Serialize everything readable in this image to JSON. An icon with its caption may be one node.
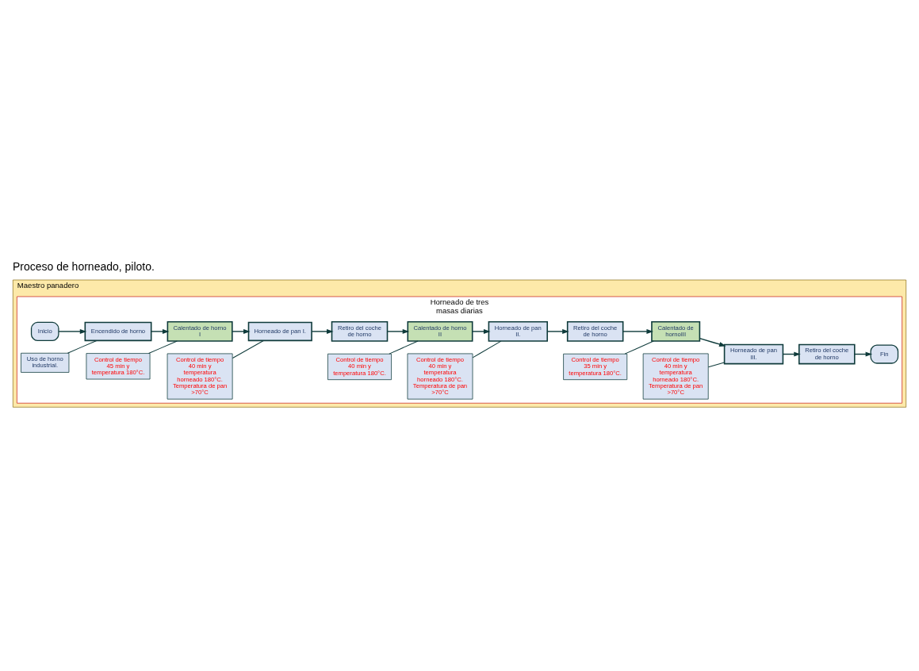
{
  "diagram": {
    "title": "Proceso de horneado, piloto.",
    "nodes": [
      {
        "text": [
          "Maestro panadero"
        ]
      },
      {
        "text": [
          "Horneado de tres masas diarias"
        ],
        "in": 0
      },
      {
        "text": [
          "Inicio"
        ],
        "in": 1
      },
      {
        "text": [
          "Encendido de horno"
        ],
        "in": 1
      },
      {
        "text": [
          "Calentado de horno I"
        ],
        "in": 1
      },
      {
        "text": [
          "Retiro del coche de horno"
        ],
        "in": 1
      },
      {
        "text": [
          "Uso de horno industrial."
        ],
        "in": 1
      },
      {
        "text": [
          "Control de tiempo 45 min y temperatura 180°C."
        ],
        "in": 1
      },
      {
        "text": [
          "Horneado de pan I."
        ],
        "in": 1
      },
      {
        "text": [
          "Calentado de horno II"
        ],
        "in": 1
      },
      {
        "text": [
          "Retiro del coche de horno"
        ],
        "in": 1
      },
      {
        "text": [
          "Control de tiempo 40 min y temperatura horneado 180°C. Temperatura de pan >70°C"
        ],
        "in": 1
      },
      {
        "text": [
          "Control de tiempo 40 min y temperatura 180°C."
        ],
        "in": 1
      },
      {
        "text": [
          "Horneado de pan II."
        ],
        "in": 1
      },
      {
        "text": [
          "Calentado de hornoIII"
        ],
        "in": 1
      },
      {
        "text": [
          "Retiro del coche de horno"
        ],
        "in": 1
      },
      {
        "text": [
          "Control de tiempo 40 min y temperatura horneado 180°C. Temperatura de pan >70°C"
        ],
        "in": 1
      },
      {
        "text": [
          "Control de tiempo 35 min y temperatura 180°C."
        ],
        "in": 1
      },
      {
        "text": [
          "Horneado de pan III."
        ],
        "in": 1
      },
      {
        "text": [
          "Fin"
        ],
        "in": 1
      },
      {
        "text": [
          "Control de tiempo 40 min y temperatura horneado 180°C. Temperatura de pan >70°C"
        ],
        "in": 1
      }
    ],
    "edges": [
      {
        "from": 2,
        "to": 3,
        "arrow": "to"
      },
      {
        "from": 3,
        "to": 4,
        "arrow": "to"
      },
      {
        "from": 4,
        "to": 8,
        "arrow": "to"
      },
      {
        "from": 8,
        "to": 5,
        "arrow": "to"
      },
      {
        "from": 5,
        "to": 9,
        "arrow": "to"
      },
      {
        "from": 9,
        "to": 13,
        "arrow": "to"
      },
      {
        "from": 13,
        "to": 10,
        "arrow": "to"
      },
      {
        "from": 10,
        "to": 14,
        "arrow": "to"
      },
      {
        "from": 14,
        "to": 18,
        "arrow": "to"
      },
      {
        "from": 18,
        "to": 15,
        "arrow": "to"
      },
      {
        "from": 15,
        "to": 19,
        "arrow": "to"
      },
      {
        "from": 6,
        "to": 3,
        "arrow": "none"
      },
      {
        "from": 7,
        "to": 4,
        "arrow": "none"
      },
      {
        "from": 11,
        "to": 8,
        "arrow": "none"
      },
      {
        "from": 12,
        "to": 9,
        "arrow": "none"
      },
      {
        "from": 16,
        "to": 13,
        "arrow": "none"
      },
      {
        "from": 17,
        "to": 14,
        "arrow": "none"
      },
      {
        "from": 20,
        "to": 18,
        "arrow": "none"
      }
    ]
  }
}
